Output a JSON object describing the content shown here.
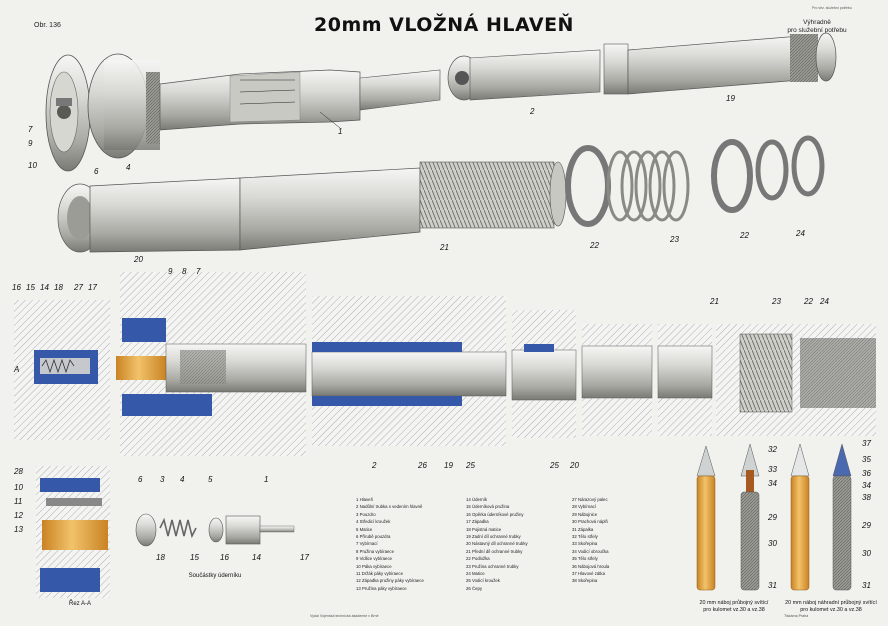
{
  "header": {
    "title": "20mm VLOŽNÁ HLAVEŇ",
    "figure_number": "Obr. 136",
    "corner_note_line1": "Výhradně",
    "corner_note_line2": "pro služební potřebu",
    "top_small_print": "Pro věz. služební potřebu"
  },
  "section_labels": {
    "cut_mark": "A",
    "section_caption": "Řez A-A",
    "striker_parts_caption": "Součástky úderníku"
  },
  "legend": {
    "col1": [
      "1 Hlaveň",
      "2 Nadůlní trubka s vedením hlavně",
      "3 Pouzdro",
      "4 Středicí kroužek",
      "5 Matice",
      "6 Přírubě pouzdra",
      "7 Vybírnací",
      "8 Pružina vybíraece",
      "9 Vidlice vybíraece",
      "10 Páka vybíraece",
      "11 Držák páky vybíraece",
      "12 Západka pružiny páky vybíraece",
      "13 Pružina páky vybíraece"
    ],
    "col2": [
      "14 Úderník",
      "15 Úderníková pružina",
      "16 Opěrka úderníkové pružiny",
      "17 Západka",
      "18 Pojistná matice",
      "19 Zadní díl ochranné trubky",
      "20 Nástavný díl ochranné trubky",
      "21 Přední díl ochranné trubky",
      "22 Podložka",
      "23 Pružina ochranné trubky",
      "24 Matice",
      "25 Vodicí kroužek",
      "26 Čepy"
    ],
    "col3": [
      "27 Nárazový palec",
      "28 Vybírnací",
      "29 Nábojnice",
      "30 Prachová náplň",
      "31 Zápalka",
      "32 Tělo střely",
      "33 Skořepina",
      "34 Vodicí obroučka",
      "35 Tělo střely",
      "36 Nábojová hroula",
      "37 Hlavové zátka",
      "38 Skořepina"
    ]
  },
  "ammo_captions": {
    "left_line1": "20 mm náboj průbojný svítící",
    "left_line2": "pro kulomet vz.30 a vz.38",
    "right_line1": "20 mm náboj náhradní průbojný svítící",
    "right_line2": "pro kulomet vz.30 a vz.38"
  },
  "part_labels": {
    "p1a": "1",
    "p2a": "2",
    "p19a": "19",
    "p7a": "7",
    "p9a": "9",
    "p10a": "10",
    "p6a": "6",
    "p4a": "4",
    "p20a": "20",
    "p21a": "21",
    "p22a": "22",
    "p23a": "23",
    "p22b": "22",
    "p24a": "24",
    "s16": "16",
    "s15": "15",
    "s14": "14",
    "s18": "18",
    "s27": "27",
    "s17": "17",
    "s9": "9",
    "s8": "8",
    "s7": "7",
    "s6": "6",
    "s3": "3",
    "s4": "4",
    "s5": "5",
    "s1": "1",
    "s2": "2",
    "s26": "26",
    "s19": "19",
    "s25": "25",
    "s25b": "25",
    "s20": "20",
    "s21": "21",
    "s23": "23",
    "s22": "22",
    "s24": "24",
    "a28": "28",
    "a10": "10",
    "a11": "11",
    "a12": "12",
    "a13": "13",
    "k18": "18",
    "k15": "15",
    "k16": "16",
    "k14": "14",
    "k17": "17",
    "m32": "32",
    "m33": "33",
    "m34": "34",
    "m29": "29",
    "m30": "30",
    "m31": "31",
    "n37": "37",
    "n35": "35",
    "n36": "36",
    "n34": "34",
    "n38": "38",
    "n29": "29",
    "n30": "30",
    "n31": "31"
  },
  "footer": {
    "publisher_note": "Vydal Vojenská technická akademie v Brně",
    "printer_note": "Tiskárna Praha"
  },
  "colors": {
    "steel_light": "#e6e6e3",
    "steel_mid": "#b7b7b2",
    "steel_dark": "#7d7d78",
    "section_blue": "#3658a8",
    "brass": "#e8a63a",
    "hatch": "#8a8c8f",
    "tip_gray": "#cfd2d3",
    "tip_blue": "#4a69b0"
  }
}
